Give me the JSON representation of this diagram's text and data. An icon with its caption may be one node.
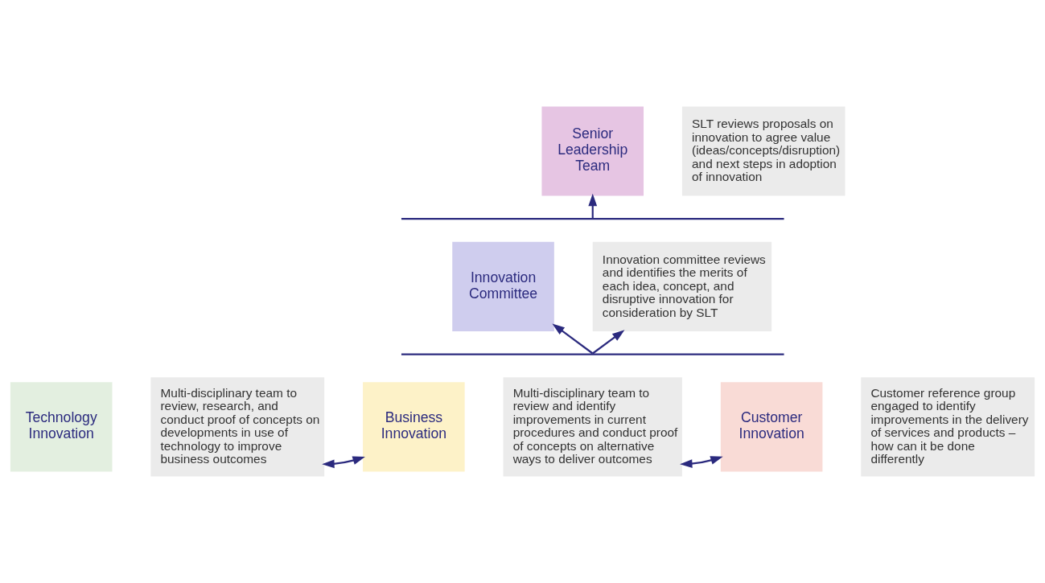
{
  "diagram": {
    "nodes": [
      {
        "text": [
          "Senior Leadership Team"
        ]
      },
      {
        "text": [
          "SLT reviews proposals on innovation to agree value (ideas/concepts/disruption) and next steps in adoption of innovation"
        ]
      },
      {
        "text": [],
        "shape": "bar"
      },
      {
        "text": [
          "Innovation Committee"
        ]
      },
      {
        "text": [
          "Innovation committee reviews and identifies the merits of each idea, concept, and disruptive innovation for consideration by SLT"
        ]
      },
      {
        "text": [],
        "shape": "bar"
      },
      {
        "text": [
          "Technology Innovation"
        ]
      },
      {
        "text": [
          "Multi-disciplinary team to review, research, and conduct proof of concepts on developments in use of technology to improve business outcomes"
        ]
      },
      {
        "text": [
          "Business Innovation"
        ]
      },
      {
        "text": [
          "Multi-disciplinary team to review and identify improvements in current procedures and conduct proof of concepts on alternative ways to deliver outcomes"
        ]
      },
      {
        "text": [
          "Customer Innovation"
        ]
      },
      {
        "text": [
          "Customer reference group engaged to identify improvements in the delivery of services and products – how can it be done differently"
        ]
      }
    ],
    "edges": [
      {
        "from": 2,
        "to": 0,
        "arrow": "to"
      },
      {
        "from": 5,
        "to": 3,
        "arrow": "to"
      },
      {
        "from": 5,
        "to": 4,
        "arrow": "to"
      },
      {
        "from": 7,
        "to": 8,
        "arrow": "both"
      },
      {
        "from": 9,
        "to": 10,
        "arrow": "both"
      }
    ]
  }
}
